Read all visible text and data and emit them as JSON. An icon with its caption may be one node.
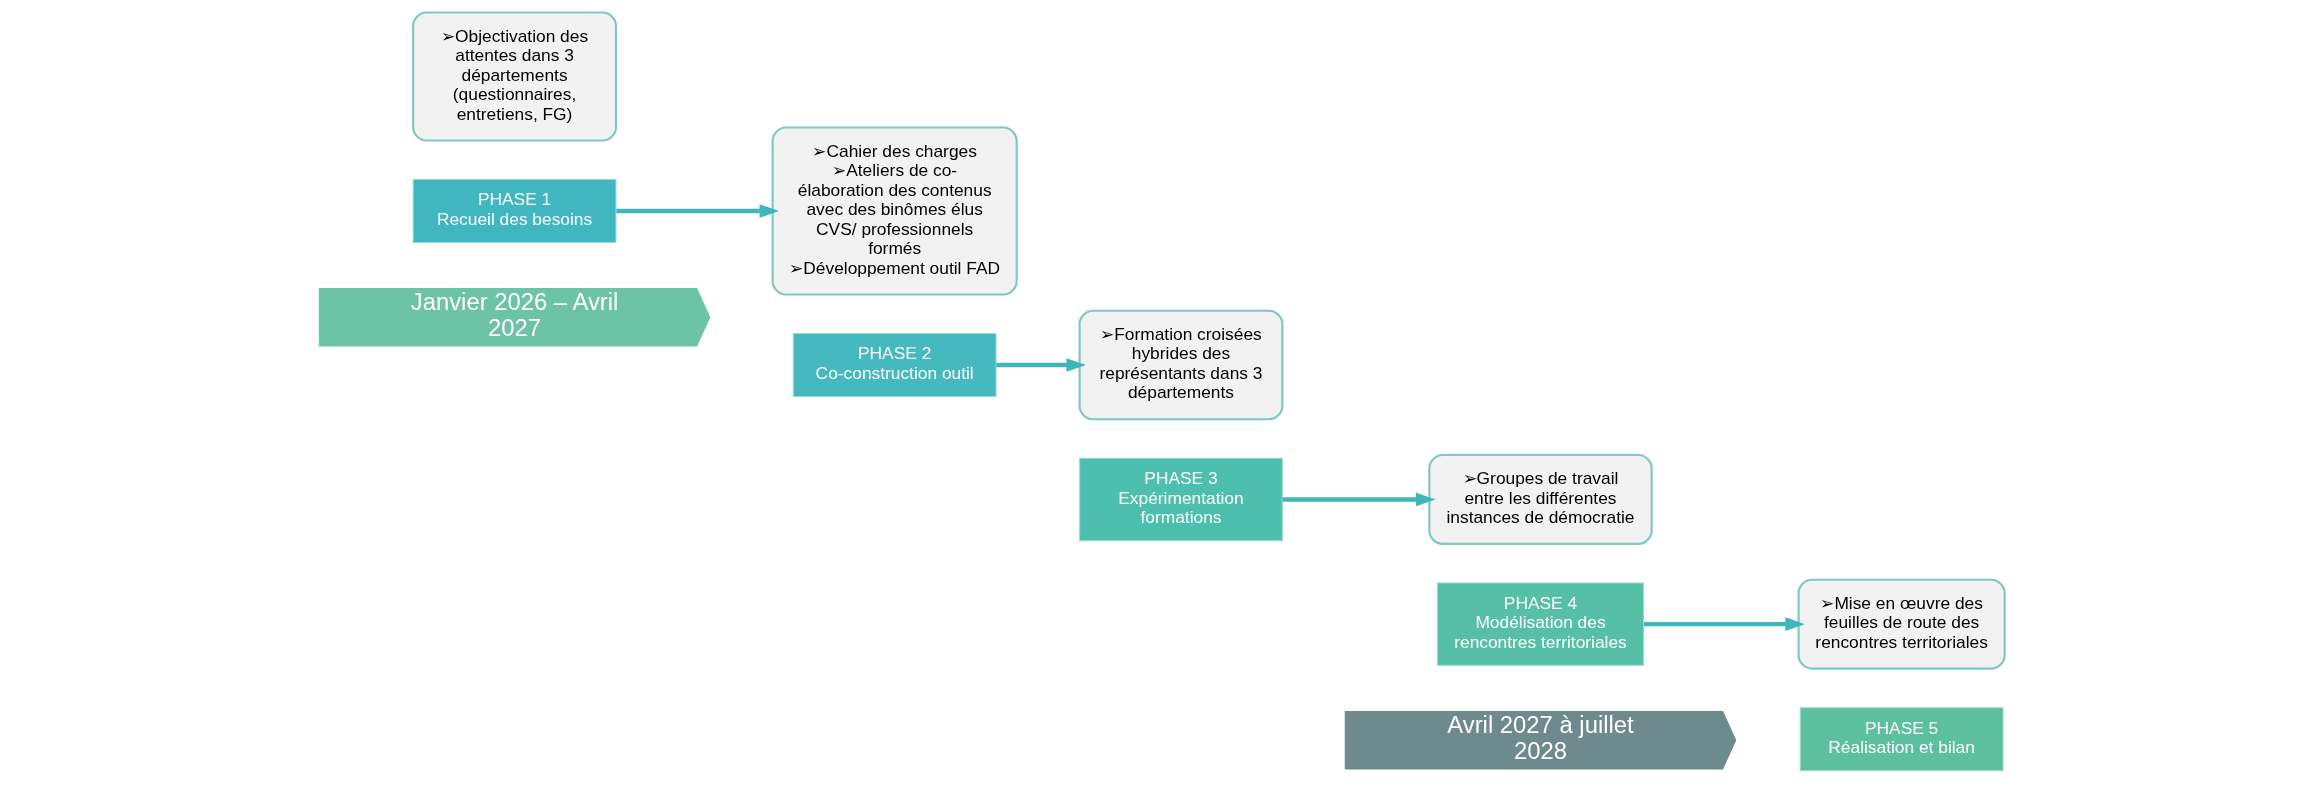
{
  "diagram": {
    "nodes": [
      {
        "text": [
          "➢Objectivation des attentes dans 3 départements (questionnaires, entretiens, FG)"
        ]
      },
      {
        "text": [
          "PHASE 1",
          "Recueil des besoins"
        ]
      },
      {
        "text": [
          "➢Cahier des charges",
          "➢Ateliers de co-élaboration des contenus avec des binômes élus CVS/ professionnels formés",
          "➢Développement outil FAD"
        ]
      },
      {
        "text": [
          "PHASE 2",
          "Co-construction outil"
        ]
      },
      {
        "text": [
          "➢Formation croisées hybrides des représentants dans 3 départements"
        ]
      },
      {
        "text": [
          "PHASE 3",
          "Expérimentation formations"
        ]
      },
      {
        "text": [
          "➢Groupes de travail entre les différentes instances de démocratie"
        ]
      },
      {
        "text": [
          "PHASE 4",
          "Modélisation des rencontres territoriales"
        ]
      },
      {
        "text": [
          "➢Mise en œuvre des feuilles de route des rencontres territoriales"
        ]
      },
      {
        "text": [
          "PHASE 5",
          "Réalisation et bilan"
        ]
      },
      {
        "text": [
          "Janvier 2026 – Avril 2027"
        ]
      },
      {
        "text": [
          "Avril 2027 à juillet 2028"
        ]
      }
    ],
    "edges": [
      {
        "from": 1,
        "to": 2,
        "arrow": "to"
      },
      {
        "from": 3,
        "to": 4,
        "arrow": "to"
      },
      {
        "from": 5,
        "to": 6,
        "arrow": "to"
      },
      {
        "from": 7,
        "to": 8,
        "arrow": "to"
      }
    ]
  }
}
